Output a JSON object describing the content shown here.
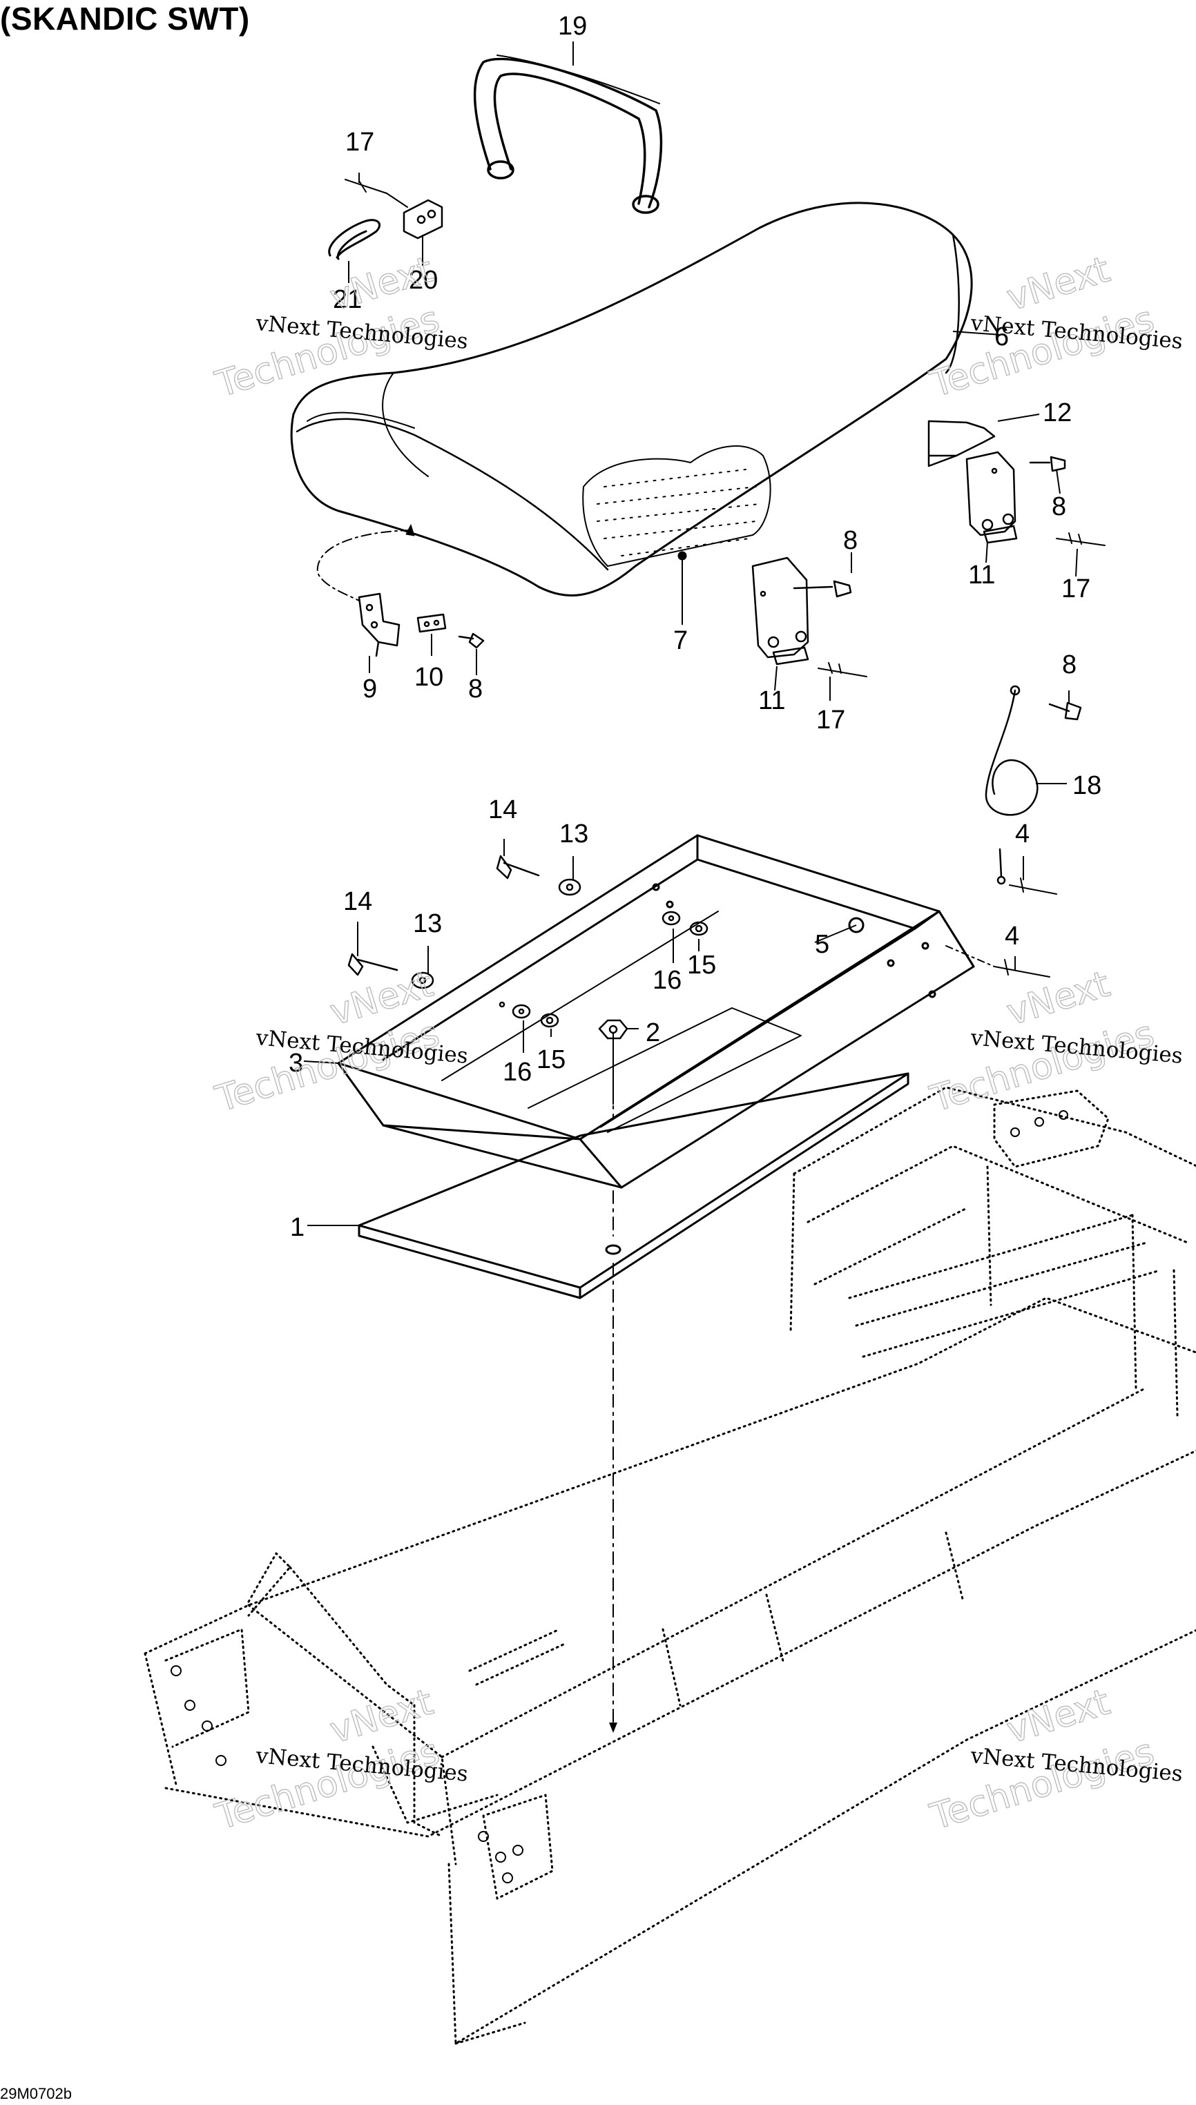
{
  "title": "(SKANDIC SWT)",
  "drawing_code": "29M0702b",
  "watermark": {
    "line1": "vNext Technologies",
    "line2_top": "vNext",
    "line2_bottom": "Technologies"
  },
  "callouts": {
    "c1": "1",
    "c2": "2",
    "c3": "3",
    "c4a": "4",
    "c4b": "4",
    "c5": "5",
    "c6": "6",
    "c7": "7",
    "c8a": "8",
    "c8b": "8",
    "c8c": "8",
    "c8d": "8",
    "c9": "9",
    "c10": "10",
    "c11a": "11",
    "c11b": "11",
    "c12": "12",
    "c13a": "13",
    "c13b": "13",
    "c14a": "14",
    "c14b": "14",
    "c15a": "15",
    "c15b": "15",
    "c16a": "16",
    "c16b": "16",
    "c17a": "17",
    "c17b": "17",
    "c17c": "17",
    "c18": "18",
    "c19": "19",
    "c20": "20",
    "c21": "21"
  }
}
